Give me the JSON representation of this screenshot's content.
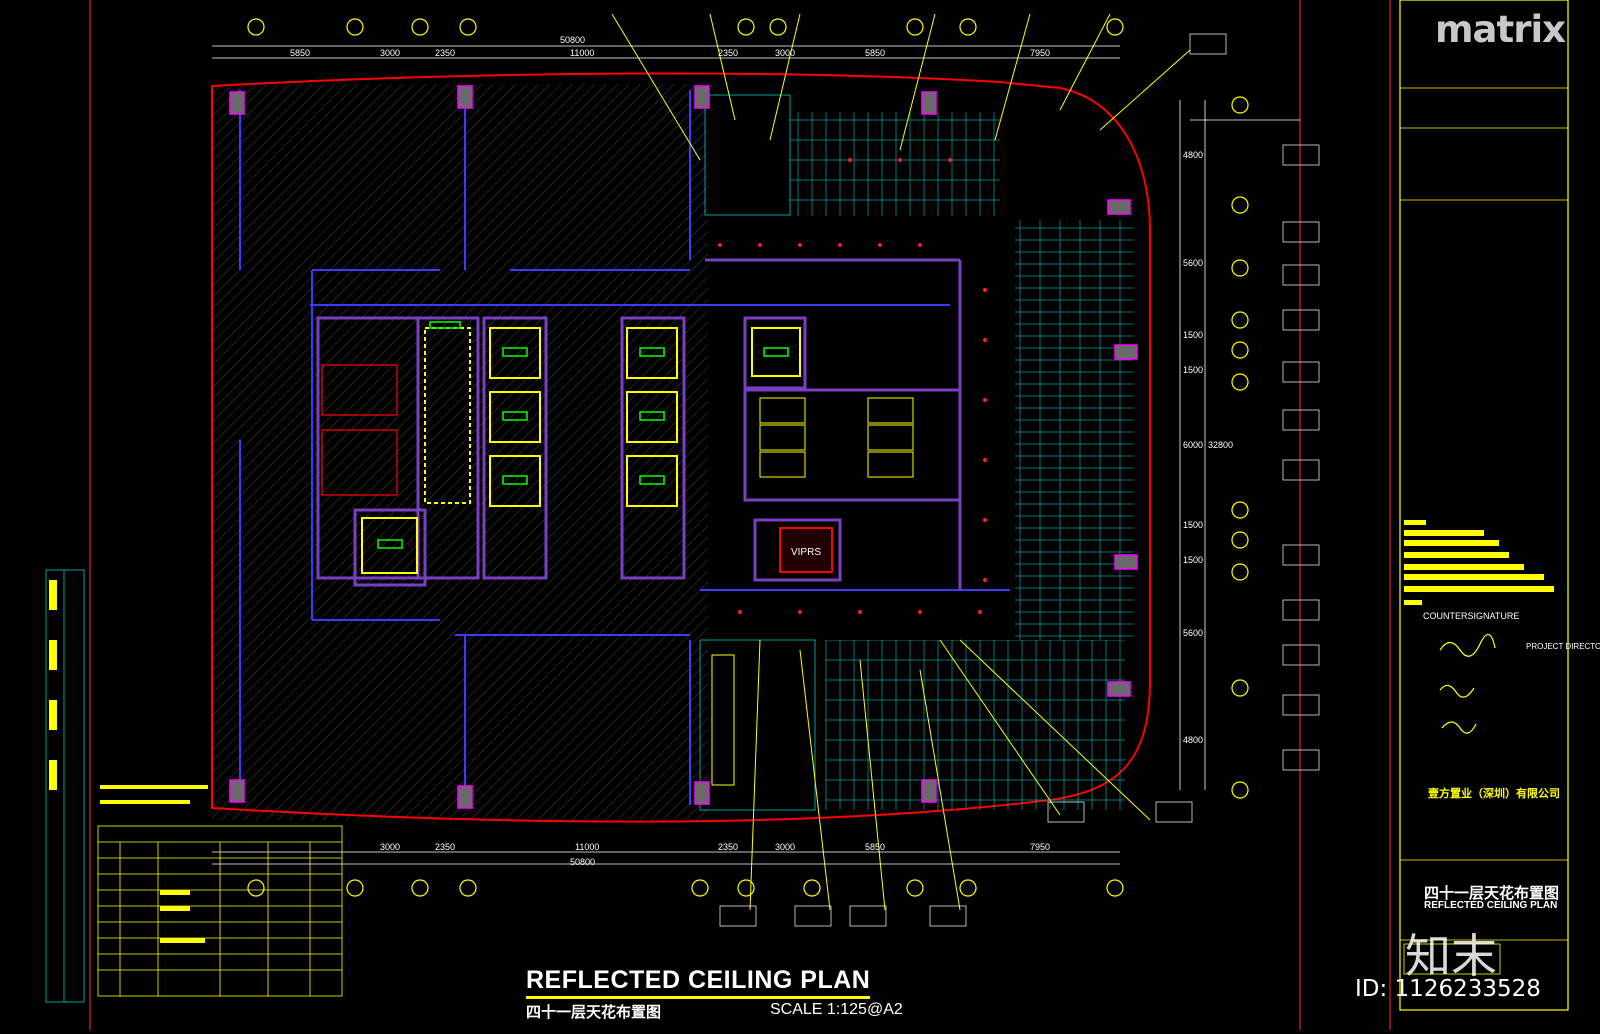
{
  "titles": {
    "main": "REFLECTED CEILING PLAN",
    "sub_cn": "四十一层天花布置图",
    "scale": "SCALE  1:125@A2"
  },
  "title_block": {
    "brand": "matrix",
    "countersignature": "COUNTERSIGNATURE",
    "project_director": "PROJECT DIRECTOR",
    "client_cn": "壹方置业（深圳）有限公司",
    "drawing_title_cn": "四十一层天花布置图",
    "drawing_title_en": "REFLECTED CEILING PLAN"
  },
  "overlay": {
    "id_tag": "ID: 1126233528",
    "watermark": "知末"
  },
  "dimensions": {
    "top_overall": "50800",
    "top_segments": [
      "5850",
      "3000",
      "2350",
      "11000",
      "2350",
      "3000",
      "5850",
      "7950"
    ],
    "bottom_overall": "50800",
    "bottom_segments": [
      "3000",
      "2350",
      "11000",
      "2350",
      "3000",
      "5850",
      "7950"
    ],
    "right_segments": [
      "4800",
      "5600",
      "1500",
      "1500",
      "6000",
      "32800",
      "1500",
      "1500",
      "5600",
      "4800"
    ]
  },
  "room_label": "VIPRS",
  "colors": {
    "outline": "#ff0000",
    "wall": "#7a3fbf",
    "column": "#ff00ff",
    "grid": "#00c8c8",
    "line_blue": "#3b3bff",
    "annot": "#ffff00",
    "green": "#00ff00"
  }
}
